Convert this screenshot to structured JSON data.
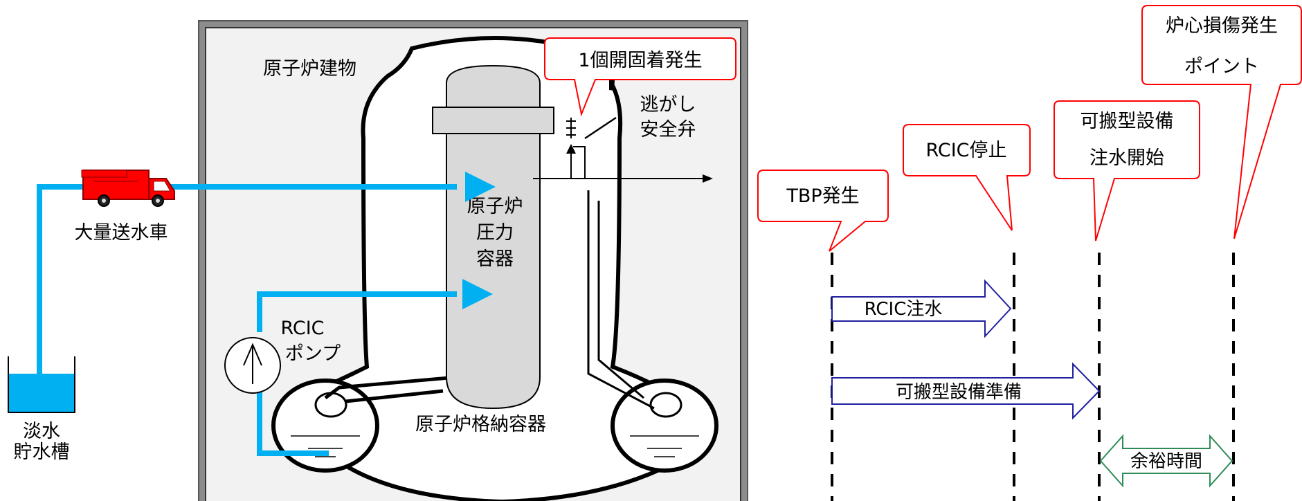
{
  "colors": {
    "water_pipe": "#00b0f0",
    "callout_border": "#ff0000",
    "blue_arrow_border": "#1f1fa0",
    "green_arrow_border": "#2e8b57",
    "vessel_fill": "#d9d9d9",
    "building_fill": "#f2f2f2",
    "tank_water": "#00b0f0",
    "truck_red": "#ff0000"
  },
  "left_diagram": {
    "building_label": "原子炉建物",
    "rpv_label_lines": [
      "原子炉",
      "圧力",
      "容器"
    ],
    "pcv_label": "原子炉格納容器",
    "srv_label_lines": [
      "逃がし",
      "安全弁"
    ],
    "srv_callout": "1個開固着発生",
    "pump_label_lines": [
      "RCIC",
      "ポンプ"
    ],
    "truck_label": "大量送水車",
    "tank_label_lines": [
      "淡水",
      "貯水槽"
    ],
    "icons": [
      "fire-truck-icon",
      "water-tank-icon",
      "pump-icon",
      "safety-valve-icon",
      "suppression-pool-icon"
    ]
  },
  "timeline": {
    "callouts": [
      {
        "id": "tbp",
        "text_lines": [
          "TBP発生"
        ]
      },
      {
        "id": "rcic-stop",
        "text_lines": [
          "RCIC停止"
        ]
      },
      {
        "id": "portable-start",
        "text_lines": [
          "可搬型設備",
          "注水開始"
        ]
      },
      {
        "id": "core-damage",
        "text_lines": [
          "炉心損傷発生",
          "ポイント"
        ]
      }
    ],
    "arrows": [
      {
        "id": "rcic-injection",
        "label": "RCIC注水",
        "type": "right"
      },
      {
        "id": "portable-prep",
        "label": "可搬型設備準備",
        "type": "right"
      },
      {
        "id": "margin-time",
        "label": "余裕時間",
        "type": "double"
      }
    ]
  }
}
